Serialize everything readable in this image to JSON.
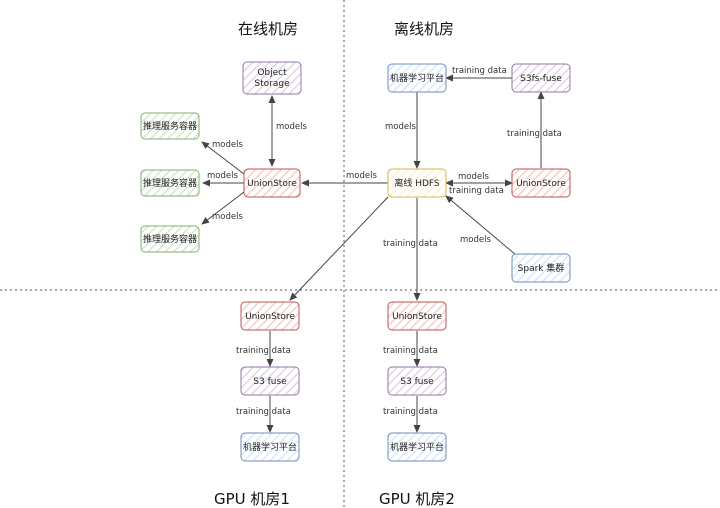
{
  "regions": {
    "online": "在线机房",
    "offline": "离线机房",
    "gpu1": "GPU 机房1",
    "gpu2": "GPU 机房2"
  },
  "nodes": {
    "object_storage_line1": "Object",
    "object_storage_line2": "Storage",
    "infer_1": "推理服务容器",
    "infer_2": "推理服务容器",
    "infer_3": "推理服务容器",
    "unionstore_online": "UnionStore",
    "ml_platform_offline": "机器学习平台",
    "s3fs_fuse": "S3fs-fuse",
    "hdfs": "离线 HDFS",
    "unionstore_offline": "UnionStore",
    "spark": "Spark 集群",
    "unionstore_gpu1": "UnionStore",
    "s3fuse_gpu1": "S3 fuse",
    "ml_platform_gpu1": "机器学习平台",
    "unionstore_gpu2": "UnionStore",
    "s3fuse_gpu2": "S3 fuse",
    "ml_platform_gpu2": "机器学习平台"
  },
  "edge_labels": {
    "storage_unionstore": "models",
    "union_infer1": "models",
    "union_infer2": "models",
    "union_infer3": "models",
    "hdfs_union_online": "models",
    "s3fs_ml": "training data",
    "ml_hdfs": "models",
    "union_s3fs": "training data",
    "hdfs_union_offline_models": "models",
    "hdfs_union_offline_training": "training data",
    "spark_hdfs": "models",
    "hdfs_gpu2": "training data",
    "gpu1_union_fuse": "training data",
    "gpu1_fuse_ml": "training data",
    "gpu2_union_fuse": "training data",
    "gpu2_fuse_ml": "training data"
  },
  "colors": {
    "purple_border": "#9673a6",
    "purple_fill": "#e1d5e7",
    "green_border": "#82b366",
    "green_fill": "#d5e8d4",
    "red_border": "#b85450",
    "red_fill": "#f8cecc",
    "blue_border": "#6c8ebf",
    "blue_fill": "#dae8fc",
    "yellow_border": "#d6b656",
    "yellow_fill": "#fff2cc"
  }
}
